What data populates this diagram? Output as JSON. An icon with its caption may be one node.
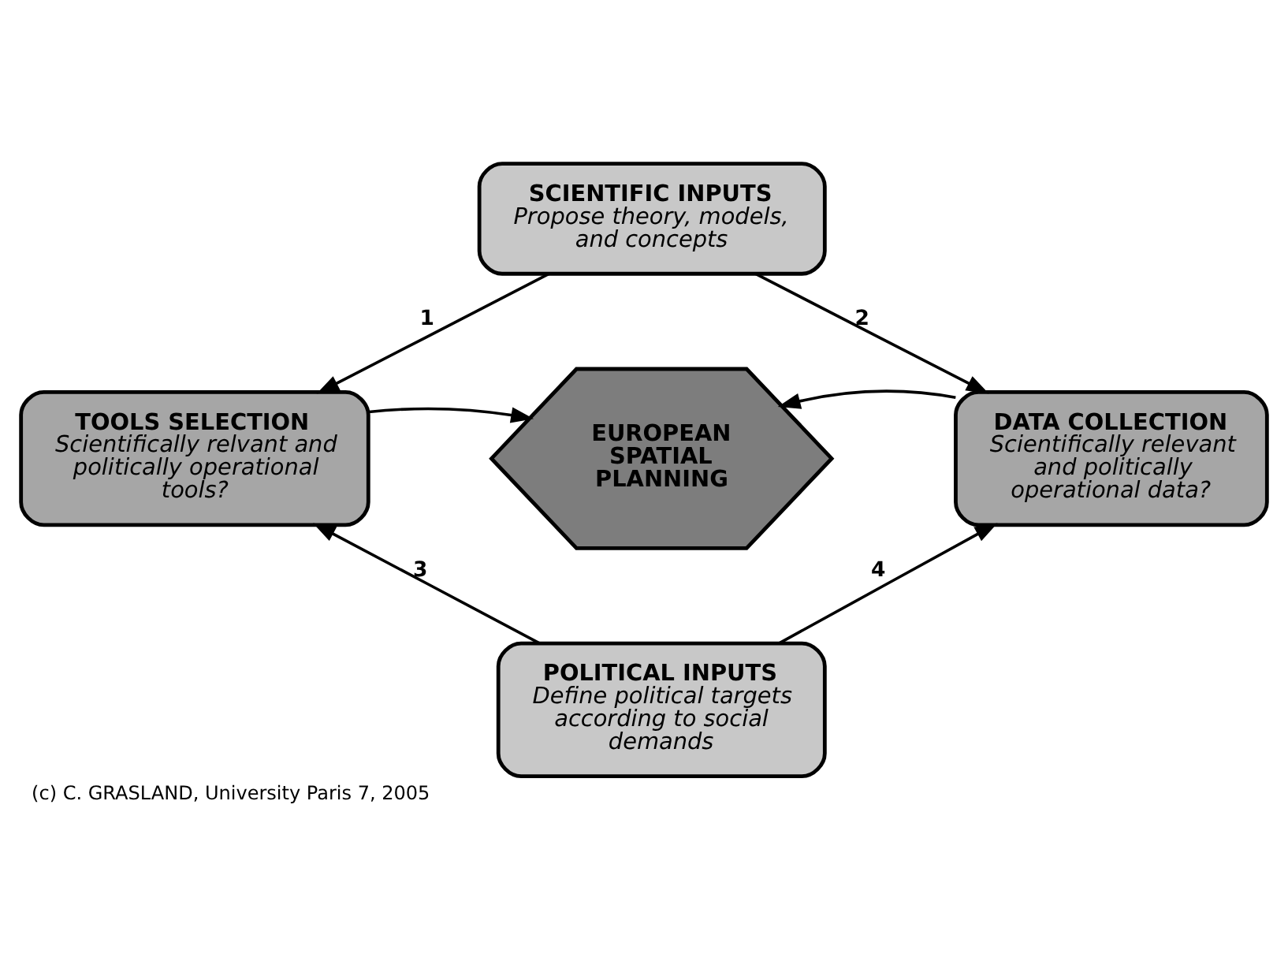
{
  "diagram": {
    "caption": "(c) C. GRASLAND, University Paris 7, 2005",
    "nodes": [
      {
        "text": [
          "SCIENTIFIC INPUTS",
          "Propose theory, models, and concepts"
        ]
      },
      {
        "text": [
          "TOOLS SELECTION",
          "Scientifically relvant and politically operational tools?"
        ]
      },
      {
        "text": [
          "EUROPEAN SPATIAL PLANNING"
        ]
      },
      {
        "text": [
          "DATA COLLECTION",
          "Scientifically relevant and politically operational data?"
        ]
      },
      {
        "text": [
          "POLITICAL INPUTS",
          "Define political targets according to social demands"
        ]
      }
    ],
    "edges": [
      {
        "from": 0,
        "to": 1,
        "arrow": "to",
        "label": "1"
      },
      {
        "from": 0,
        "to": 3,
        "arrow": "to",
        "label": "2"
      },
      {
        "from": 1,
        "to": 2,
        "arrow": "to"
      },
      {
        "from": 3,
        "to": 2,
        "arrow": "to"
      },
      {
        "from": 4,
        "to": 1,
        "arrow": "to",
        "label": "3"
      },
      {
        "from": 4,
        "to": 3,
        "arrow": "to",
        "label": "4"
      }
    ]
  }
}
